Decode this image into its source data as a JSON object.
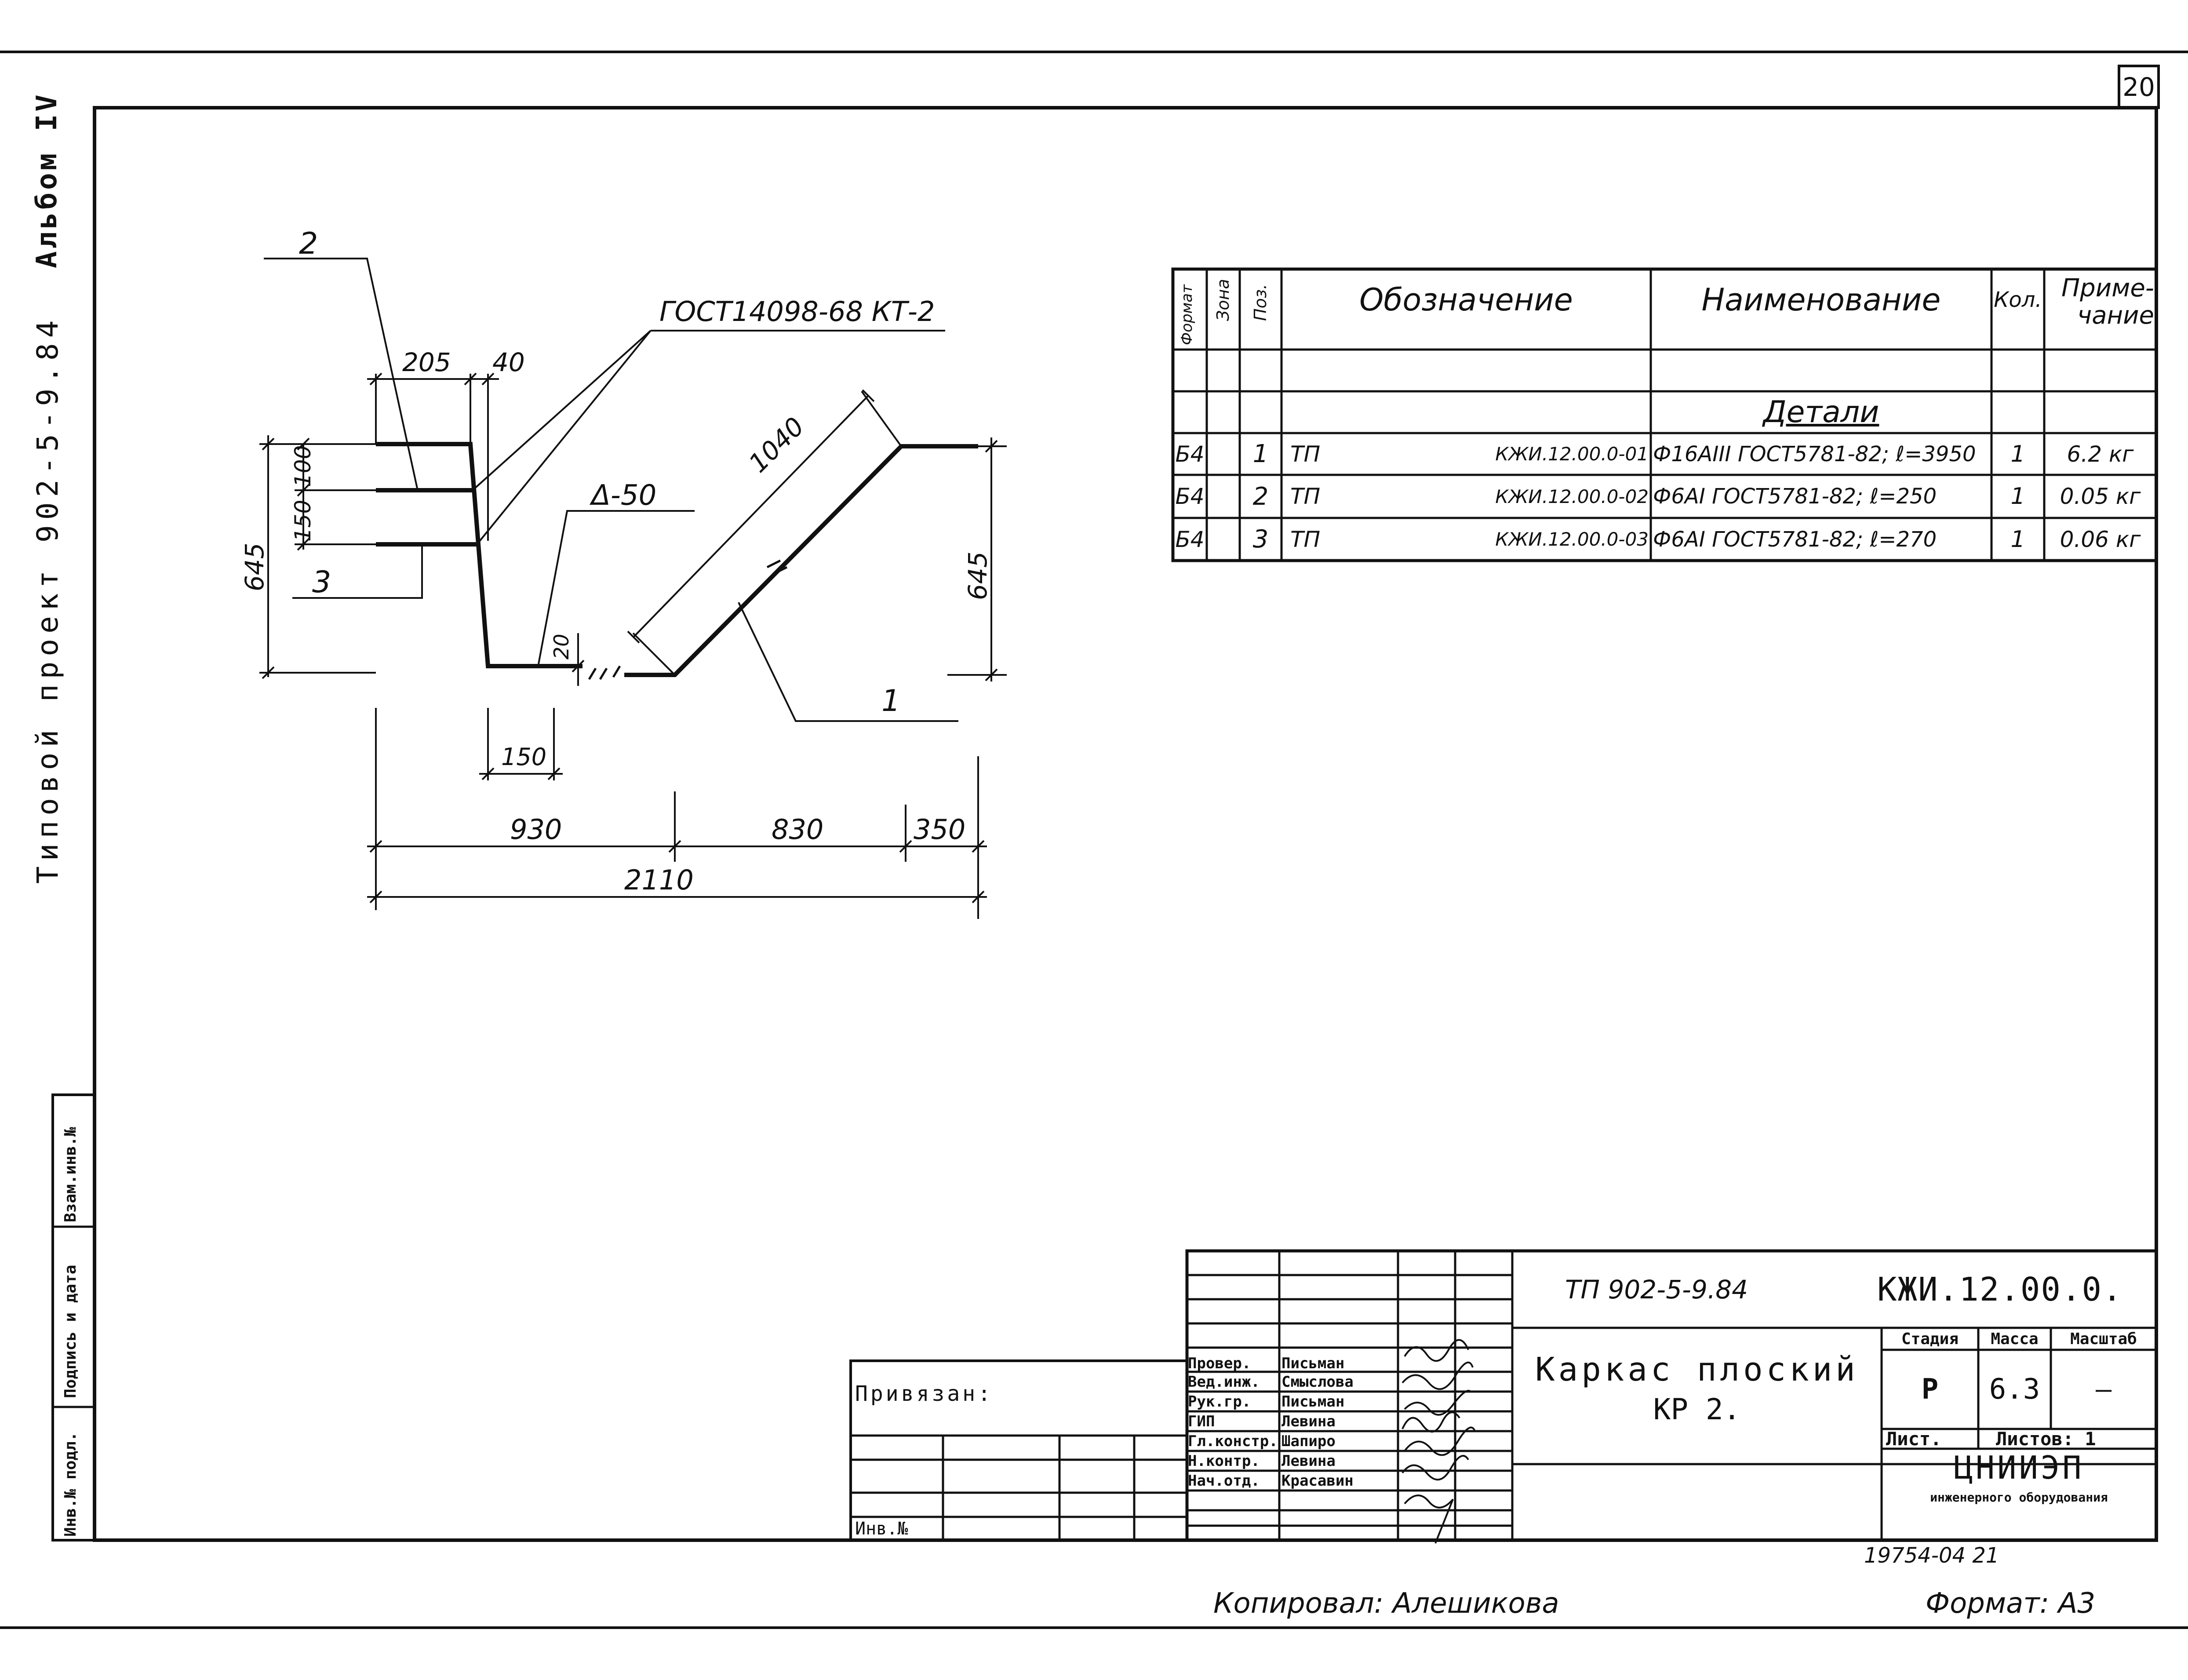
{
  "sheet_number": "20",
  "album_label": "Альбом IV",
  "project_label": "Типовой проект 902-5-9.84",
  "side_stamp": [
    "Инв.№ подл.",
    "Подпись и дата",
    "Взам.инв.№"
  ],
  "drawing": {
    "position_labels": [
      "2",
      "3",
      "1"
    ],
    "gost_label": "ГОСТ14098-68 КТ-2",
    "delta_label": "Δ-50",
    "dimensions": {
      "d205": "205",
      "d40": "40",
      "d100": "100",
      "d150a": "150",
      "d645_left": "645",
      "d645_right": "645",
      "d1040": "1040",
      "d20": "20",
      "d150b": "150",
      "d930": "930",
      "d830": "830",
      "d350": "350",
      "d2110": "2110"
    }
  },
  "spec_table": {
    "headers": {
      "format": "Формат",
      "zone": "Зона",
      "pos": "Поз.",
      "designation": "Обозначение",
      "name": "Наименование",
      "qty": "Кол.",
      "note": "Приме-\nчание"
    },
    "section_title": "Детали",
    "rows": [
      {
        "format": "Б4",
        "pos": "1",
        "prefix": "ТП",
        "code": "КЖИ.12.00.0-01",
        "name": "Ф16АIII ГОСТ5781-82; ℓ=3950",
        "qty": "1",
        "note": "6.2 кг"
      },
      {
        "format": "Б4",
        "pos": "2",
        "prefix": "ТП",
        "code": "КЖИ.12.00.0-02",
        "name": "Ф6АI ГОСТ5781-82; ℓ=250",
        "qty": "1",
        "note": "0.05 кг"
      },
      {
        "format": "Б4",
        "pos": "3",
        "prefix": "ТП",
        "code": "КЖИ.12.00.0-03",
        "name": "Ф6АI ГОСТ5781-82; ℓ=270",
        "qty": "1",
        "note": "0.06 кг"
      }
    ]
  },
  "title_block": {
    "project_code": "ТП 902-5-9.84",
    "doc_code": "КЖИ.12.00.0.",
    "title": "Каркас плоский",
    "subtitle": "КР 2.",
    "stage_header": "Стадия",
    "mass_header": "Масса",
    "scale_header": "Масштаб",
    "stage_value": "Р",
    "mass_value": "6.3",
    "scale_value": "—",
    "sheet_label": "Лист.",
    "sheets_label": "Листов: 1",
    "org_name": "ЦНИИЭП",
    "org_sub": "инженерного оборудования",
    "roles": [
      {
        "role": "Провер.",
        "name": "Письман"
      },
      {
        "role": "Вед.инж.",
        "name": "Смыслова"
      },
      {
        "role": "Рук.гр.",
        "name": "Письман"
      },
      {
        "role": "ГИП",
        "name": "Левина"
      },
      {
        "role": "Гл.констр.",
        "name": "Шапиро"
      },
      {
        "role": "Н.контр.",
        "name": "Левина"
      },
      {
        "role": "Нач.отд.",
        "name": "Красавин"
      }
    ],
    "privyazan": "Привязан:",
    "inv_no": "Инв.№"
  },
  "footer": {
    "copied_by": "Копировал: Алешикова",
    "format_label": "Формат: А3",
    "number": "19754-04 21"
  }
}
